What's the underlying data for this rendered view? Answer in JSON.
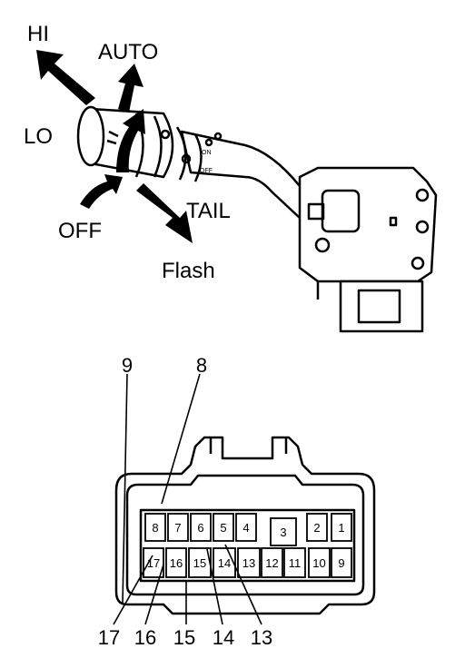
{
  "switch": {
    "labels": {
      "hi": "HI",
      "auto": "AUTO",
      "lo": "LO",
      "off": "OFF",
      "tail": "TAIL",
      "flash": "Flash"
    },
    "dial_markings": [
      "ON",
      "OFF"
    ]
  },
  "connector": {
    "top_row_pins": [
      "8",
      "7",
      "6",
      "5",
      "4",
      "3",
      "2",
      "1"
    ],
    "bottom_row_pins": [
      "17",
      "16",
      "15",
      "14",
      "13",
      "12",
      "11",
      "10",
      "9"
    ],
    "callouts_top": [
      "9",
      "8"
    ],
    "callouts_bottom": [
      "17",
      "16",
      "15",
      "14",
      "13"
    ]
  },
  "colors": {
    "ink": "#000000",
    "paper": "#ffffff"
  }
}
